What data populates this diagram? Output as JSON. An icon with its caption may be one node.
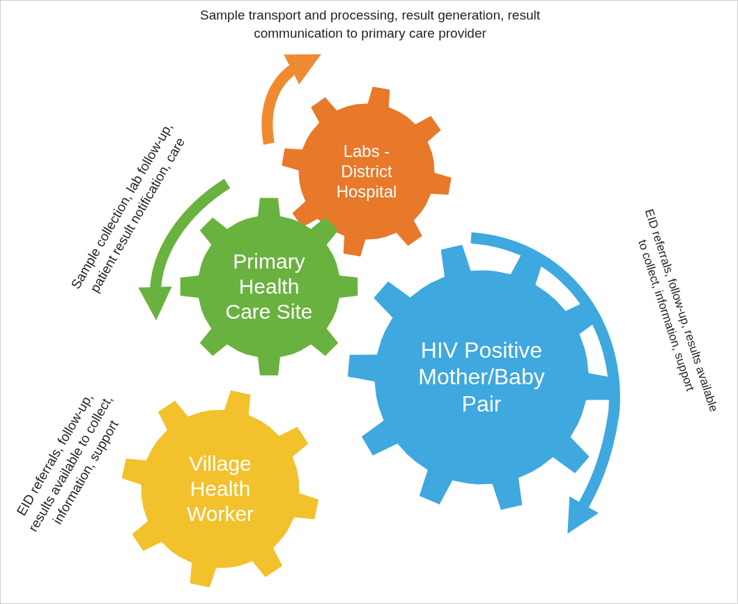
{
  "diagram": {
    "nodes": [
      {
        "text": [
          "Labs - District Hospital"
        ]
      },
      {
        "text": [
          "Primary Health Care Site"
        ]
      },
      {
        "text": [
          "HIV Positive Mother/Baby Pair"
        ]
      },
      {
        "text": [
          "Village Health Worker"
        ]
      }
    ],
    "labels": [
      "Sample transport and processing, result generation, result communication to primary care provider",
      "Sample collection,  lab follow-up, patient result notification, care",
      "EID referrals, follow-up, results available to collect, information, support",
      "EID referrals, follow-up, results available to collect, information, support"
    ]
  }
}
